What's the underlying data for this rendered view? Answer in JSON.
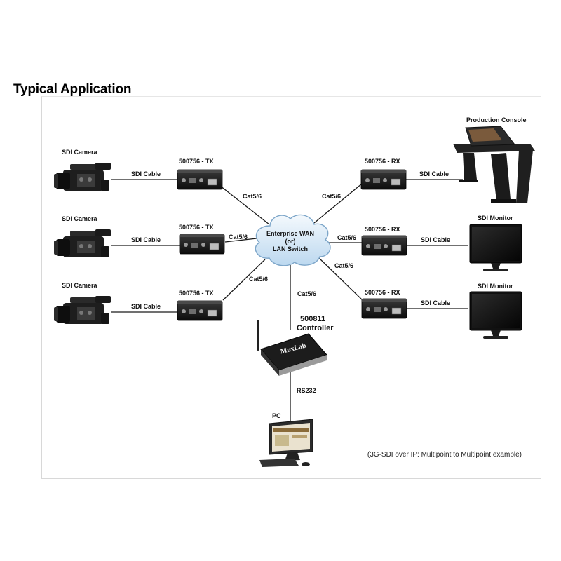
{
  "title": "Typical Application",
  "cloud": {
    "line1": "Enterprise WAN",
    "line2": "(or)",
    "line3": "LAN Switch"
  },
  "cameras": [
    {
      "label": "SDI Camera",
      "cable": "SDI Cable",
      "tx": "500756 - TX",
      "link": "Cat5/6"
    },
    {
      "label": "SDI Camera",
      "cable": "SDI Cable",
      "tx": "500756 - TX",
      "link": "Cat5/6"
    },
    {
      "label": "SDI Camera",
      "cable": "SDI Cable",
      "tx": "500756 - TX",
      "link": "Cat5/6"
    }
  ],
  "receivers": [
    {
      "device": "Production Console",
      "cable": "SDI Cable",
      "rx": "500756 - RX",
      "link": "Cat5/6"
    },
    {
      "device": "SDI Monitor",
      "cable": "SDI Cable",
      "rx": "500756 - RX",
      "link": "Cat5/6"
    },
    {
      "device": "SDI Monitor",
      "cable": "SDI Cable",
      "rx": "500756 - RX",
      "link": "Cat5/6"
    }
  ],
  "controller": {
    "line1": "500811",
    "line2": "Controller",
    "link": "Cat5/6",
    "brand": "MuxLab",
    "serial": "RS232"
  },
  "pc": {
    "label": "PC"
  },
  "box_brand": "MuxLab",
  "note": "(3G-SDI over IP: Multipoint to Multipoint example)"
}
